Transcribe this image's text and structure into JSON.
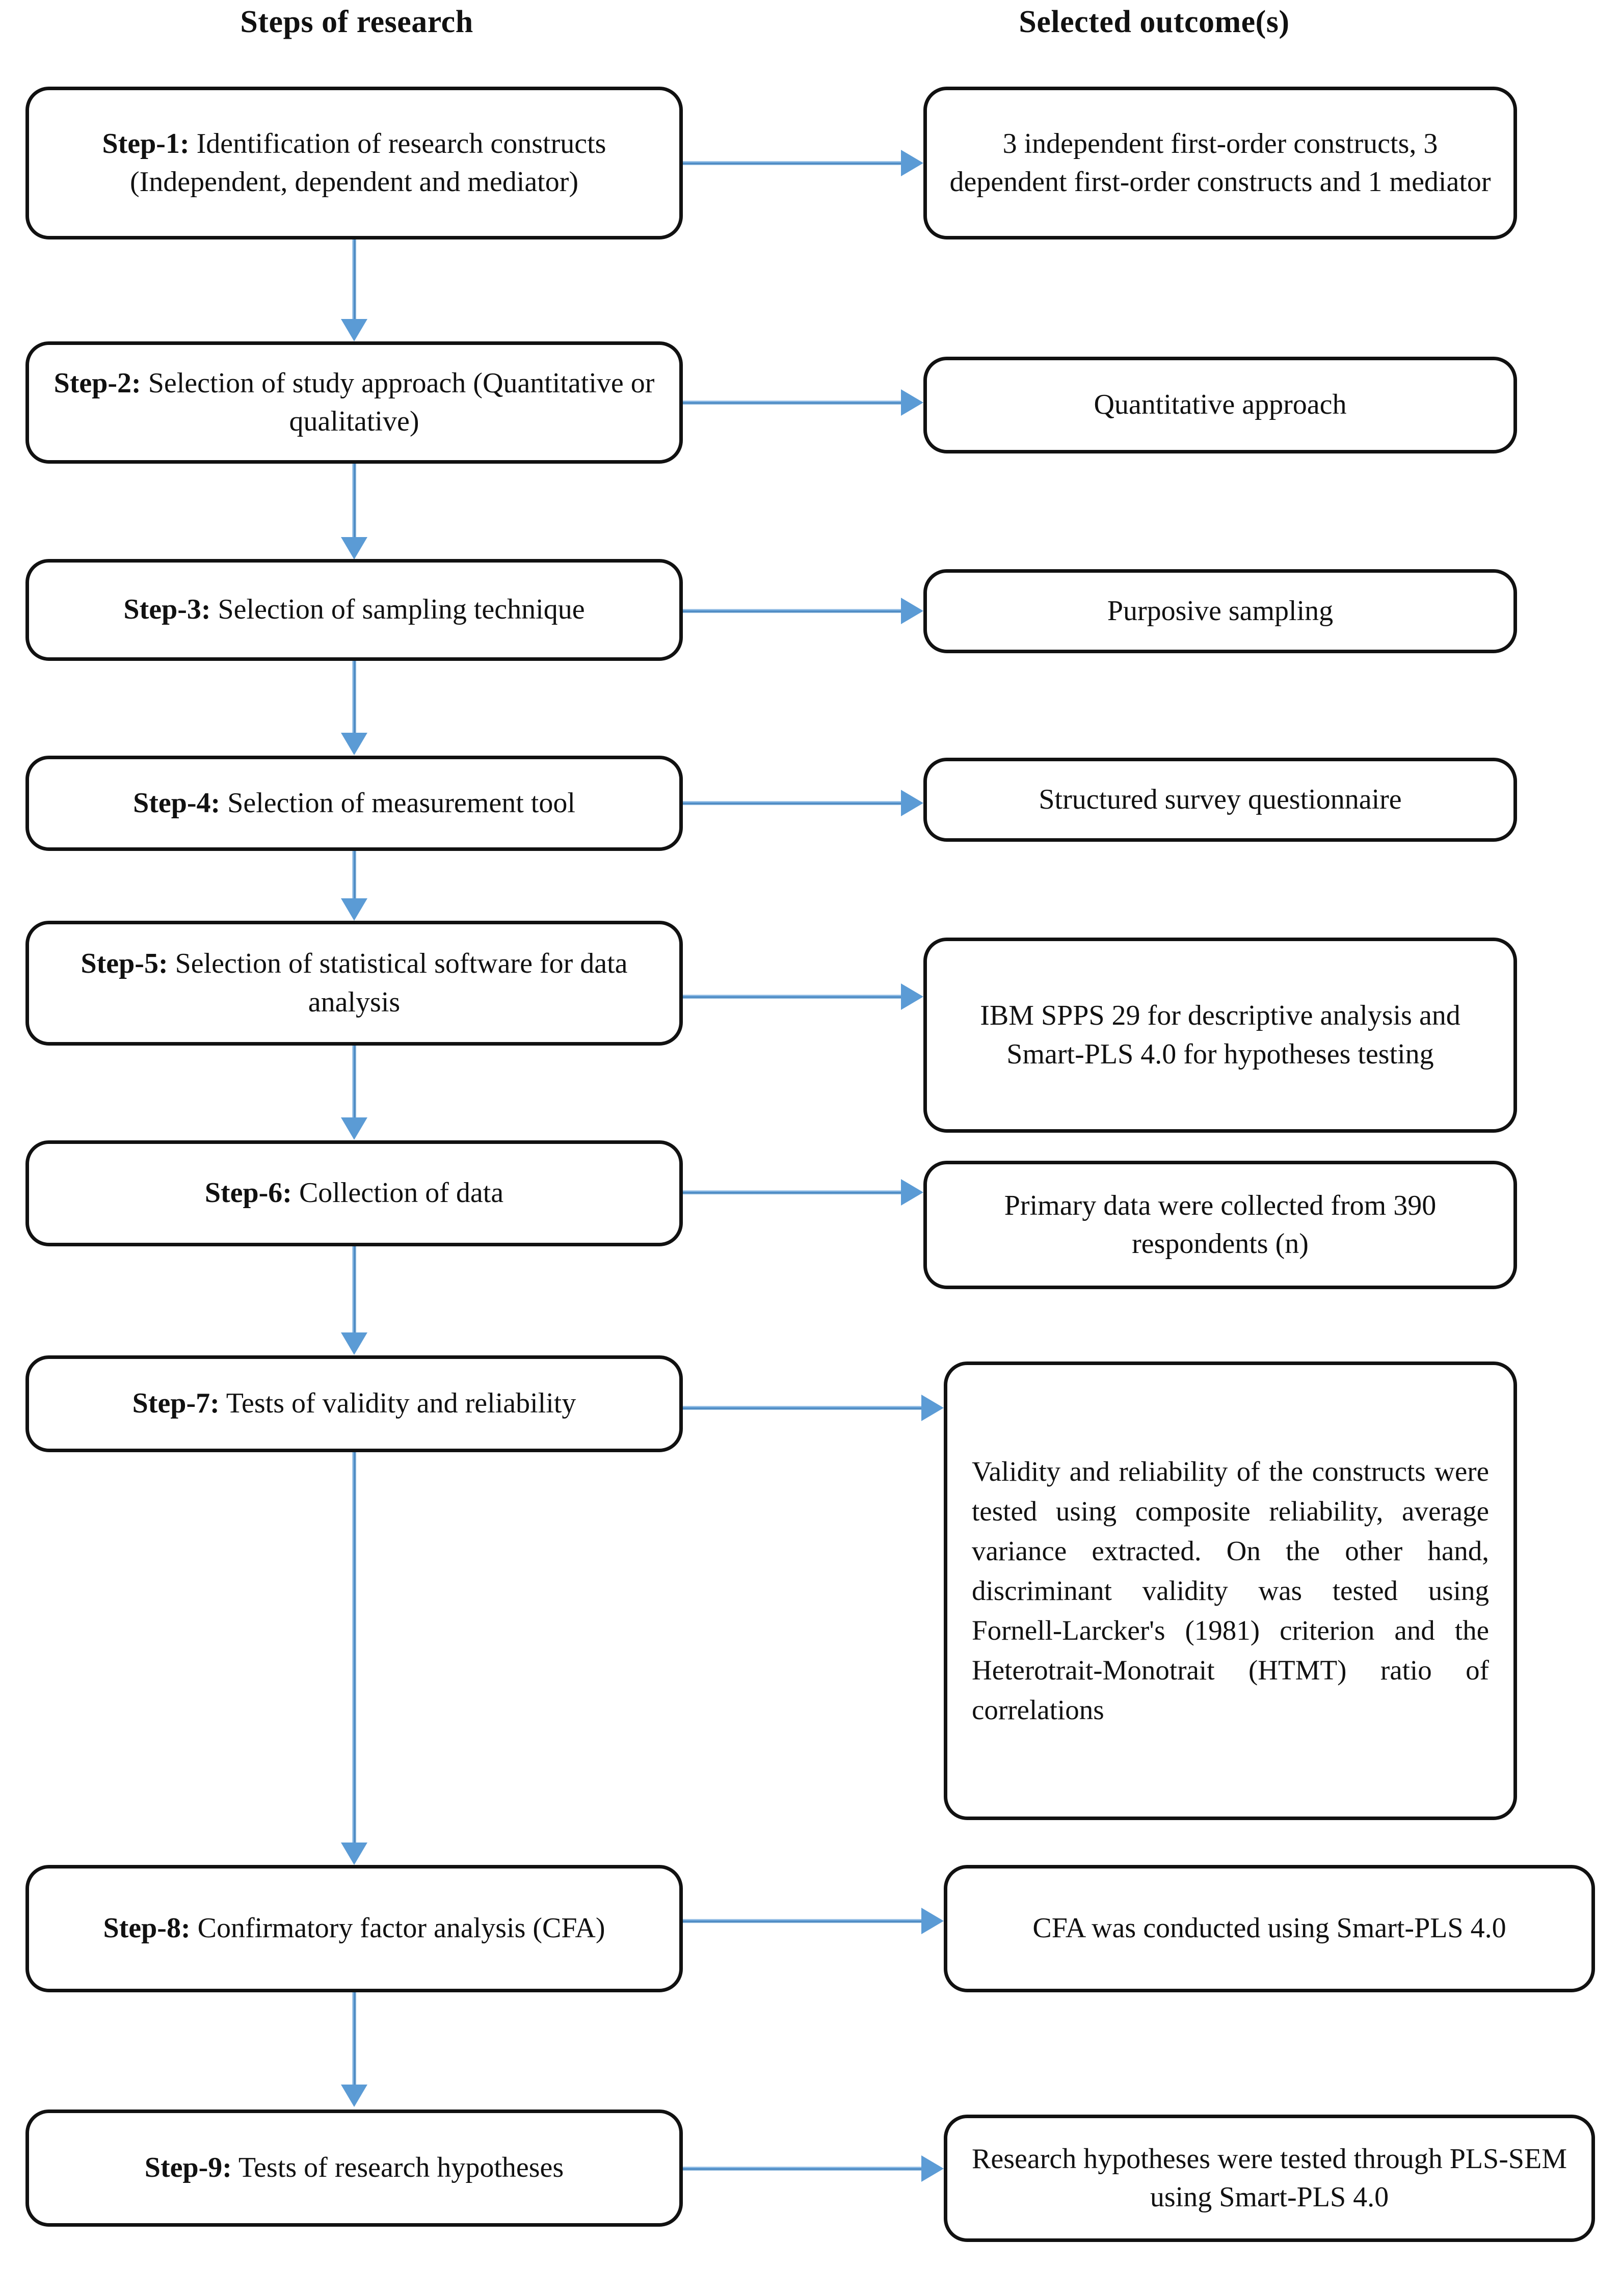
{
  "figure": {
    "type": "process-flowchart",
    "orientation": "vertical-two-column",
    "accent_color": "#5B9BD5",
    "box_border_color": "#111111",
    "background_color": "#FFFFFF"
  },
  "headers": {
    "left": "Steps of research",
    "right": "Selected outcome(s)"
  },
  "rows": [
    {
      "id": "step-1",
      "step_label": "Step-1:",
      "step_text": " Identification of research constructs (Independent, dependent and mediator)",
      "outcome": "3 independent first-order constructs, 3 dependent first-order constructs and 1 mediator"
    },
    {
      "id": "step-2",
      "step_label": "Step-2:",
      "step_text": " Selection of study approach (Quantitative or qualitative)",
      "outcome": "Quantitative approach"
    },
    {
      "id": "step-3",
      "step_label": "Step-3:",
      "step_text": " Selection of sampling technique",
      "outcome": "Purposive sampling"
    },
    {
      "id": "step-4",
      "step_label": "Step-4:",
      "step_text": " Selection of measurement tool",
      "outcome": "Structured survey questionnaire"
    },
    {
      "id": "step-5",
      "step_label": "Step-5:",
      "step_text": " Selection of statistical software for data analysis",
      "outcome": "IBM SPPS 29 for descriptive analysis and Smart-PLS 4.0 for hypotheses testing"
    },
    {
      "id": "step-6",
      "step_label": "Step-6:",
      "step_text": " Collection of data",
      "outcome": "Primary data were collected from 390 respondents (n)"
    },
    {
      "id": "step-7",
      "step_label": "Step-7:",
      "step_text": " Tests of validity and reliability",
      "outcome": "Validity and reliability of the constructs were tested using composite reliability, average variance extracted. On the other hand, discriminant validity was tested using Fornell-Larcker's (1981) criterion and the Heterotrait-Monotrait (HTMT) ratio of correlations"
    },
    {
      "id": "step-8",
      "step_label": "Step-8:",
      "step_text": " Confirmatory factor analysis (CFA)",
      "outcome": "CFA was conducted using Smart-PLS 4.0"
    },
    {
      "id": "step-9",
      "step_label": "Step-9:",
      "step_text": " Tests of research hypotheses",
      "outcome": "Research hypotheses were tested through PLS-SEM using Smart-PLS 4.0"
    }
  ]
}
